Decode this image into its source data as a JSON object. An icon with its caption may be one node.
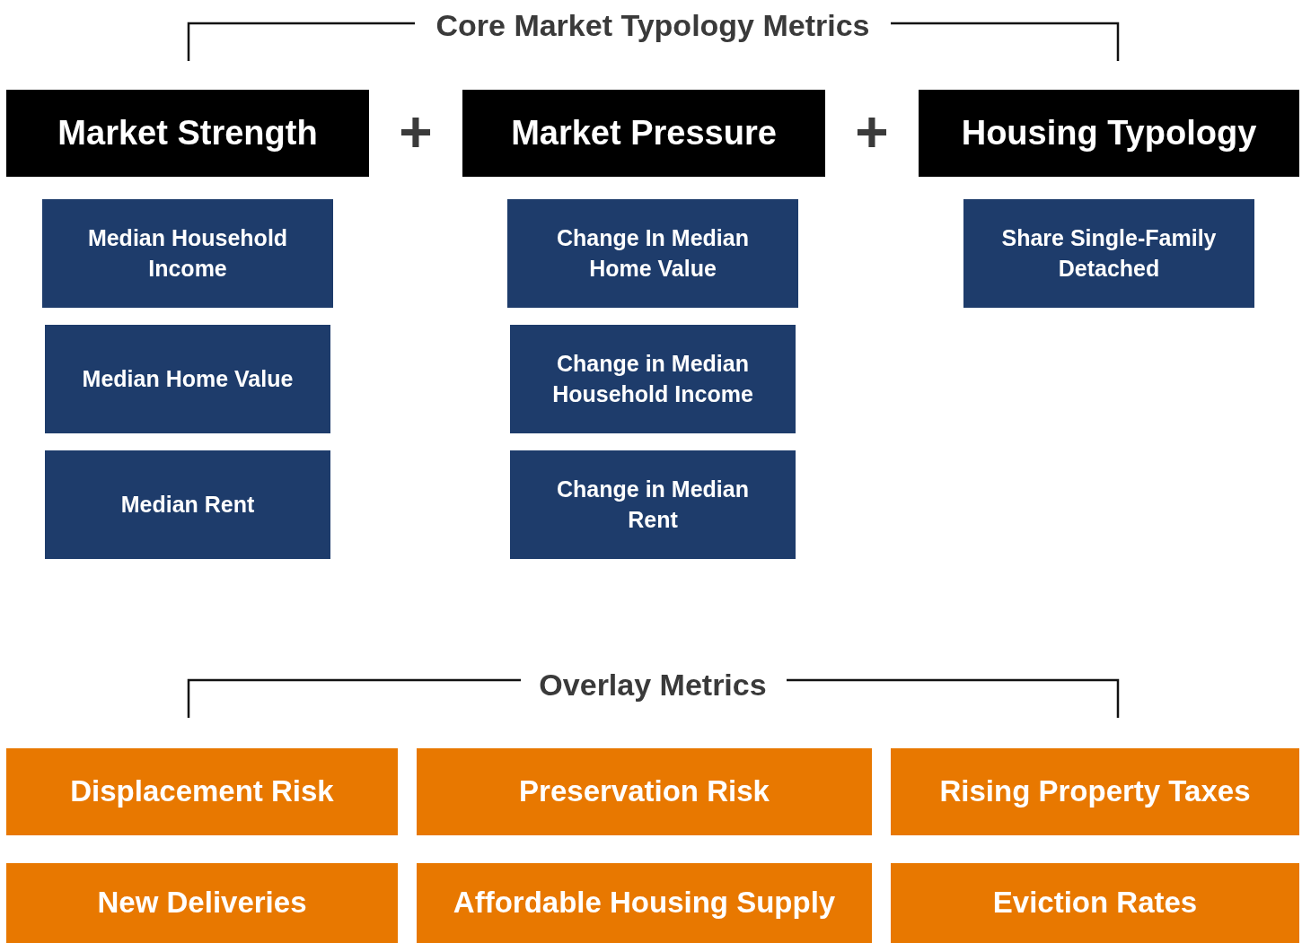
{
  "diagram": {
    "nodes": [
      {
        "text": [
          "Market Strength"
        ]
      },
      {
        "text": [
          "Market Pressure"
        ]
      },
      {
        "text": [
          "Housing Typology"
        ]
      },
      {
        "text": [
          "Median Household Income"
        ]
      },
      {
        "text": [
          "Median Home Value"
        ]
      },
      {
        "text": [
          "Median Rent"
        ]
      },
      {
        "text": [
          "Change In Median Home Value"
        ]
      },
      {
        "text": [
          "Change in Median Household Income"
        ]
      },
      {
        "text": [
          "Change in Median Rent"
        ]
      },
      {
        "text": [
          "Share Single-Family Detached"
        ]
      },
      {
        "text": [
          "Displacement Risk"
        ]
      },
      {
        "text": [
          "Preservation Risk"
        ]
      },
      {
        "text": [
          "Rising Property Taxes"
        ]
      },
      {
        "text": [
          "New Deliveries"
        ]
      },
      {
        "text": [
          "Affordable Housing Supply"
        ]
      },
      {
        "text": [
          "Eviction Rates"
        ]
      }
    ],
    "labels": [
      "Core Market Typology Metrics",
      "+",
      "+",
      "Overlay Metrics"
    ]
  }
}
